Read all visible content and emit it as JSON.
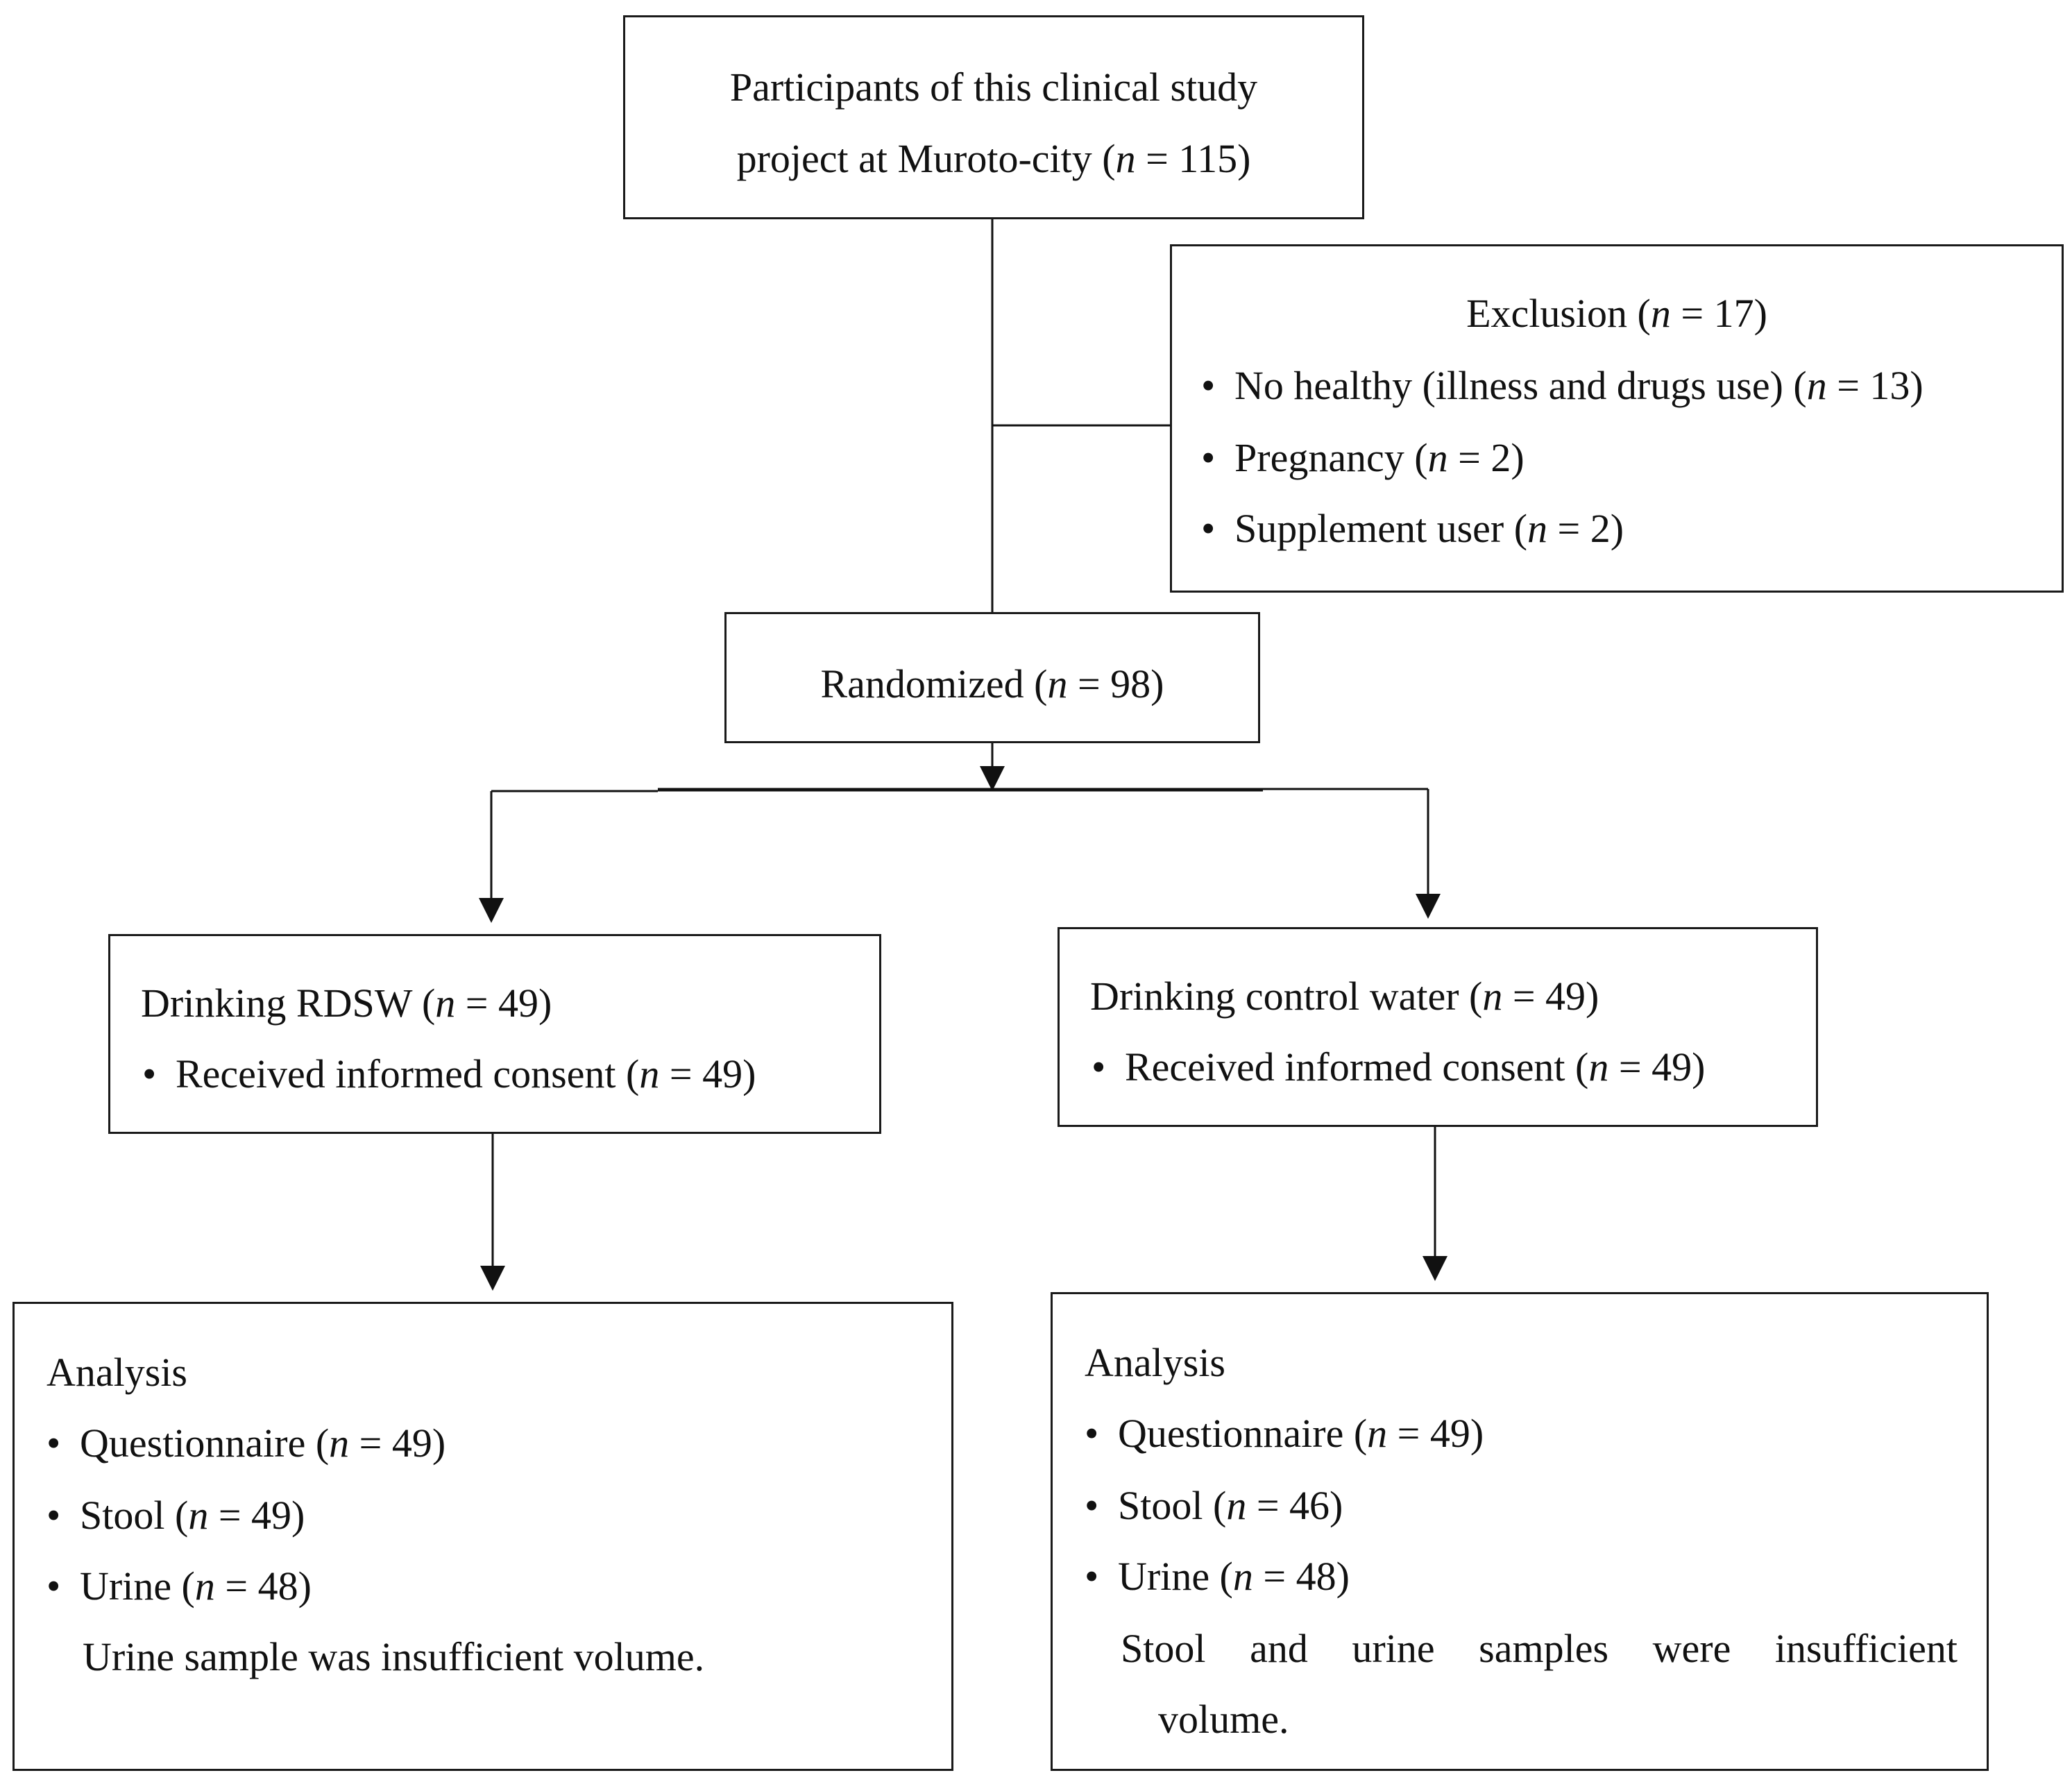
{
  "participants": {
    "line1": "Participants of this clinical study",
    "line2_prefix": "project at Muroto-city (",
    "n_symbol": "n",
    "line2_suffix": " = 115)"
  },
  "exclusion": {
    "title_prefix": "Exclusion (",
    "title_suffix": " = 17)",
    "bullet": "•",
    "items": [
      {
        "prefix": "No healthy (illness and drugs use) (",
        "suffix": " = 13)"
      },
      {
        "prefix": "Pregnancy (",
        "suffix": " = 2)"
      },
      {
        "prefix": "Supplement user (",
        "suffix": " = 2)"
      }
    ]
  },
  "randomized": {
    "prefix": "Randomized (",
    "suffix": " = 98)"
  },
  "rdsw_group": {
    "title_prefix": "Drinking RDSW (",
    "title_suffix": " = 49)",
    "item_prefix": "Received informed consent (",
    "item_suffix": " = 49)"
  },
  "control_group": {
    "title_prefix": "Drinking control water (",
    "title_suffix": " = 49)",
    "item_prefix": "Received informed consent (",
    "item_suffix": " = 49)"
  },
  "rdsw_analysis": {
    "title": "Analysis",
    "items": [
      {
        "prefix": "Questionnaire (",
        "suffix": " = 49)"
      },
      {
        "prefix": "Stool (",
        "suffix": " = 49)"
      },
      {
        "prefix": "Urine (",
        "suffix": " = 48)"
      }
    ],
    "note": "Urine sample was insufficient volume."
  },
  "control_analysis": {
    "title": "Analysis",
    "items": [
      {
        "prefix": "Questionnaire (",
        "suffix": " = 49)"
      },
      {
        "prefix": "Stool (",
        "suffix": " = 46)"
      },
      {
        "prefix": "Urine (",
        "suffix": " = 48)"
      }
    ],
    "note_line1": "Stool and urine samples were insufficient",
    "note_line2": "volume."
  }
}
